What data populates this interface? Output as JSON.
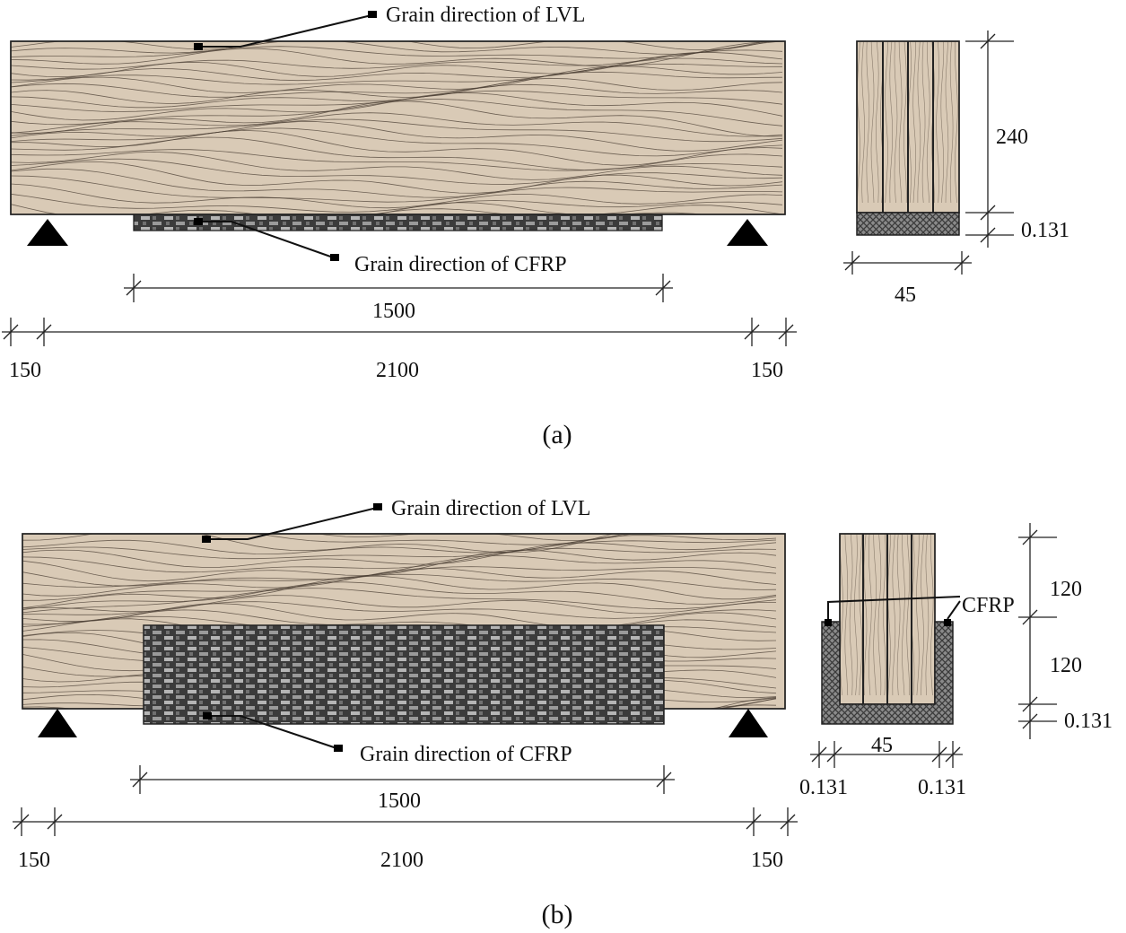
{
  "panels": [
    {
      "caption": "(a)",
      "labels": {
        "lvl_grain": "Grain direction of LVL",
        "cfrp_grain": "Grain direction of CFRP"
      },
      "dims": {
        "cfrp_length": "1500",
        "overhang_left": "150",
        "span": "2100",
        "overhang_right": "150",
        "section_height": "240",
        "cfrp_thickness": "0.131",
        "section_width": "45"
      }
    },
    {
      "caption": "(b)",
      "labels": {
        "lvl_grain": "Grain direction of LVL",
        "cfrp_grain": "Grain direction of CFRP",
        "cfrp": "CFRP"
      },
      "dims": {
        "cfrp_length": "1500",
        "overhang_left": "150",
        "span": "2100",
        "overhang_right": "150",
        "upper_height": "120",
        "lower_height": "120",
        "cfrp_thickness": "0.131",
        "section_width": "45",
        "side_left": "0.131",
        "side_right": "0.131"
      }
    }
  ],
  "colors": {
    "wood": "#d9cab6",
    "grain": "#4a3e33",
    "cfrp_dark": "#3a3a3a",
    "cfrp_light": "#b8b8b8"
  }
}
